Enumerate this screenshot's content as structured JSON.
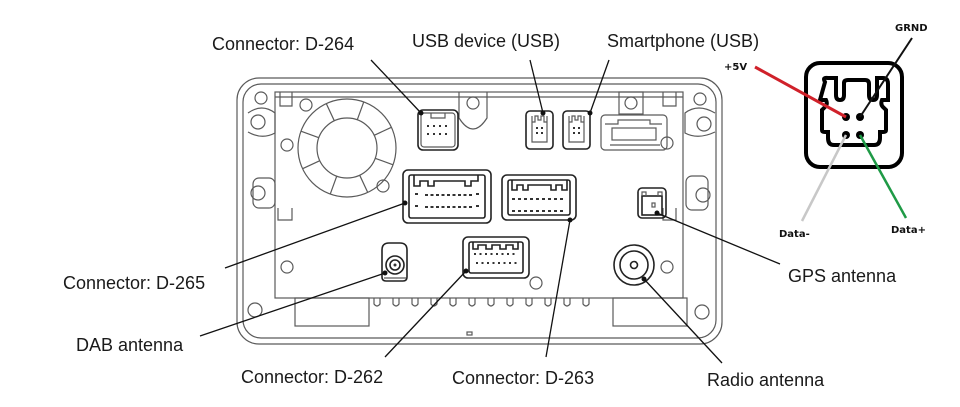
{
  "diagram": {
    "title": "Head unit rear connector layout",
    "labels": {
      "d264": "Connector: D-264",
      "usb_device": "USB device (USB)",
      "smartphone": "Smartphone (USB)",
      "d265": "Connector: D-265",
      "dab": "DAB antenna",
      "d262": "Connector: D-262",
      "d263": "Connector: D-263",
      "gps": "GPS antenna",
      "radio": "Radio antenna"
    },
    "usb_pinout": {
      "pins": [
        {
          "name": "+5V",
          "wire_color": "#d0212a"
        },
        {
          "name": "GRND",
          "wire_color": "#111111"
        },
        {
          "name": "Data-",
          "wire_color": "#c8c8c8"
        },
        {
          "name": "Data+",
          "wire_color": "#1f9a46"
        }
      ]
    }
  }
}
